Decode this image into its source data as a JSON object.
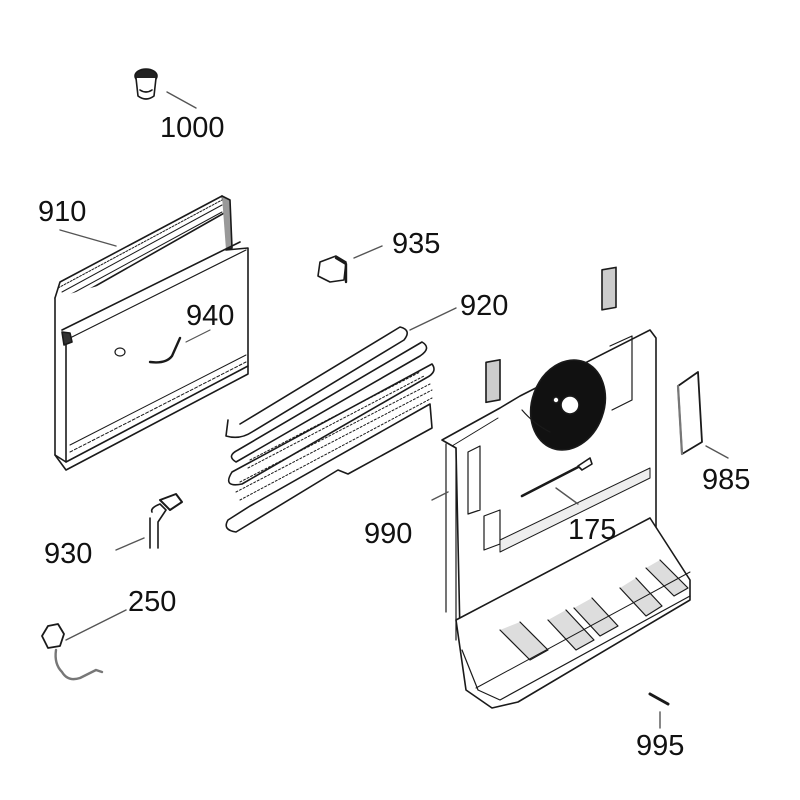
{
  "diagram": {
    "type": "exploded-parts-diagram",
    "background": "#ffffff",
    "line_color": "#1a1a1a",
    "parts": [
      {
        "id": "1000",
        "label": "1000",
        "description": "knob / cap"
      },
      {
        "id": "910",
        "label": "910",
        "description": "evaporator cover panel"
      },
      {
        "id": "940",
        "label": "940",
        "description": "bent tube on cover"
      },
      {
        "id": "935",
        "label": "935",
        "description": "small clip"
      },
      {
        "id": "920",
        "label": "920",
        "description": "evaporator coil"
      },
      {
        "id": "930",
        "label": "930",
        "description": "drain fitting"
      },
      {
        "id": "250",
        "label": "250",
        "description": "heater wire with connector"
      },
      {
        "id": "990",
        "label": "990",
        "description": "rear panel with fan"
      },
      {
        "id": "175",
        "label": "175",
        "description": "rod / sensor"
      },
      {
        "id": "985",
        "label": "985",
        "description": "rectangular plate"
      },
      {
        "id": "995",
        "label": "995",
        "description": "screw"
      }
    ]
  }
}
